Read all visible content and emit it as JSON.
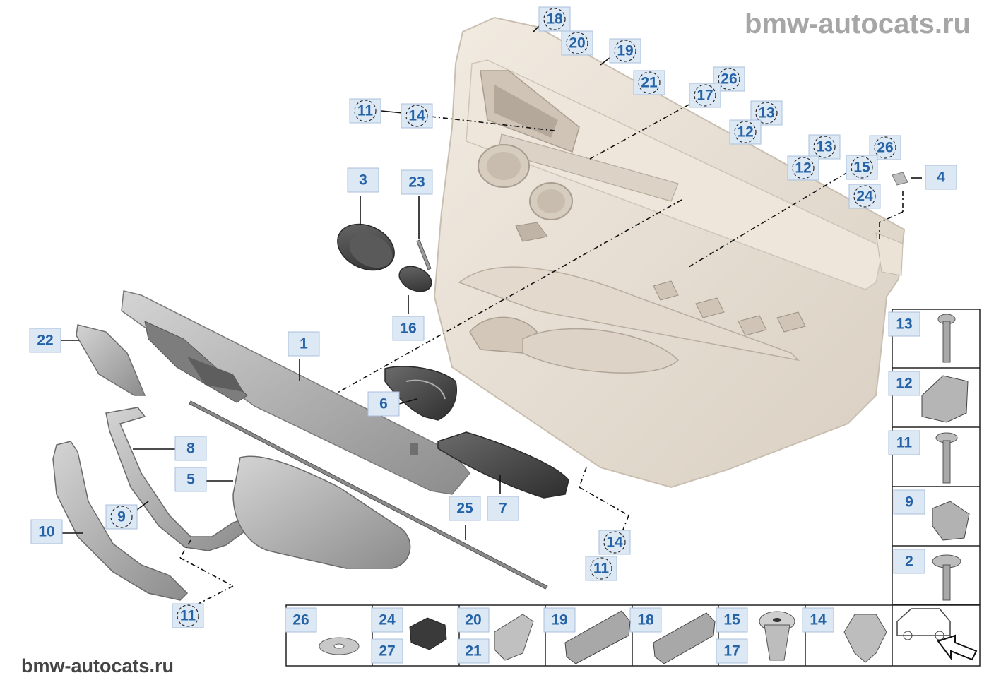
{
  "watermark_top": "bmw-autocats.ru",
  "watermark_bottom": "bmw-autocats.ru",
  "callouts": [
    {
      "num": "18"
    },
    {
      "num": "20"
    },
    {
      "num": "19"
    },
    {
      "num": "21"
    },
    {
      "num": "26"
    },
    {
      "num": "17"
    },
    {
      "num": "11"
    },
    {
      "num": "14"
    },
    {
      "num": "13"
    },
    {
      "num": "12"
    },
    {
      "num": "13"
    },
    {
      "num": "26"
    },
    {
      "num": "12"
    },
    {
      "num": "15"
    },
    {
      "num": "4"
    },
    {
      "num": "24"
    },
    {
      "num": "3"
    },
    {
      "num": "23"
    },
    {
      "num": "16"
    },
    {
      "num": "22"
    },
    {
      "num": "1"
    },
    {
      "num": "6"
    },
    {
      "num": "8"
    },
    {
      "num": "5"
    },
    {
      "num": "7"
    },
    {
      "num": "25"
    },
    {
      "num": "9"
    },
    {
      "num": "10"
    },
    {
      "num": "14"
    },
    {
      "num": "11"
    },
    {
      "num": "11"
    }
  ],
  "side_panel": [
    "13",
    "12",
    "11",
    "9",
    "2"
  ],
  "bottom_row": [
    {
      "top": "26",
      "bottom": ""
    },
    {
      "top": "24",
      "bottom": "27"
    },
    {
      "top": "20",
      "bottom": "21"
    },
    {
      "top": "19",
      "bottom": ""
    },
    {
      "top": "18",
      "bottom": ""
    },
    {
      "top": "15",
      "bottom": "17"
    },
    {
      "top": "14",
      "bottom": ""
    }
  ]
}
